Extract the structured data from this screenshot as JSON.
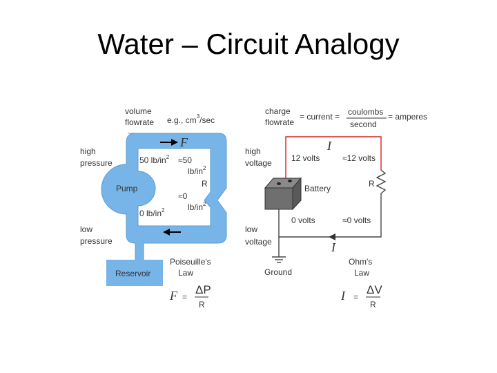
{
  "title": "Water – Circuit Analogy",
  "water": {
    "volume_flowrate_1": "volume",
    "volume_flowrate_2": "flowrate",
    "example_units": "e.g., cm",
    "example_units_exp": "3",
    "example_units_tail": "/sec",
    "flow_symbol": "F",
    "high_pressure_1": "high",
    "high_pressure_2": "pressure",
    "low_pressure_1": "low",
    "low_pressure_2": "pressure",
    "pump_label": "Pump",
    "p_high_left": "50 lb/in",
    "p_high_left_exp": "2",
    "approx_50": "≈50",
    "lb_in_1": "lb/in",
    "lb_in_1_exp": "2",
    "r_label": "R",
    "approx_0": "≈0",
    "lb_in_2": "lb/in",
    "lb_in_2_exp": "2",
    "p_low_left": "0 lb/in",
    "p_low_left_exp": "2",
    "reservoir_label": "Reservoir",
    "law_1": "Poiseuille's",
    "law_2": "Law",
    "formula_lhs": "F",
    "formula_eq": "=",
    "formula_num": "ΔP",
    "formula_den": "R",
    "fluid_color": "#77b4e8",
    "reservoir_color": "#77b4e8"
  },
  "circuit": {
    "charge_1": "charge",
    "charge_2": "flowrate",
    "eq1": "= current =",
    "coulombs": "coulombs",
    "second": "second",
    "amperes": "= amperes",
    "current_symbol": "I",
    "high_voltage_1": "high",
    "high_voltage_2": "voltage",
    "low_voltage_1": "low",
    "low_voltage_2": "voltage",
    "v12": "12 volts",
    "v12_approx": "≈12 volts",
    "battery_label": "Battery",
    "r_label": "R",
    "v0": "0 volts",
    "v0_approx": "≈0 volts",
    "ground_label": "Ground",
    "law_1": "Ohm's",
    "law_2": "Law",
    "formula_lhs": "I",
    "formula_eq": "=",
    "formula_num": "ΔV",
    "formula_den": "R",
    "high_wire_color": "#d9221b",
    "low_wire_color": "#444444"
  }
}
